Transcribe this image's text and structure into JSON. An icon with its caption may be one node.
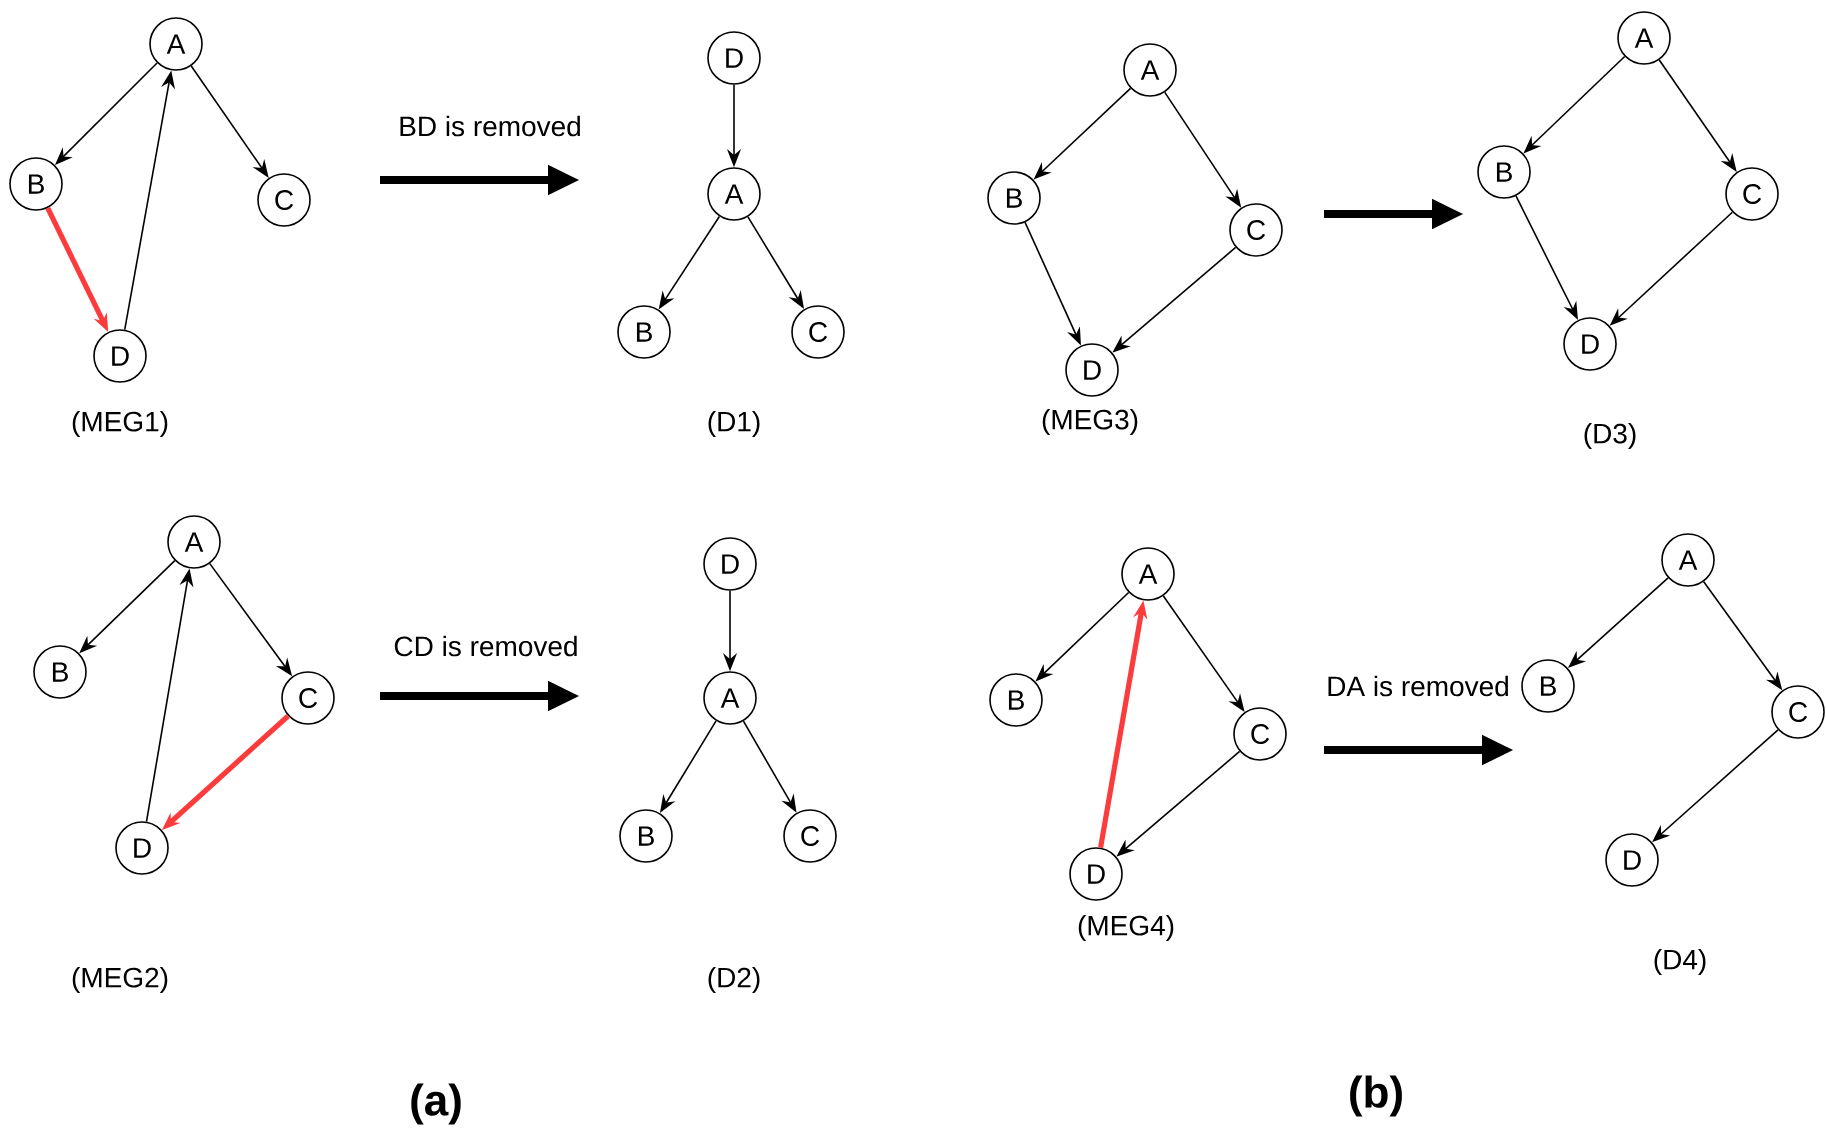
{
  "diagram": {
    "nodes": [
      {
        "text": [
          "A"
        ]
      },
      {
        "text": [
          "B"
        ]
      },
      {
        "text": [
          "C"
        ]
      },
      {
        "text": [
          "D"
        ]
      },
      {
        "text": [
          "D"
        ]
      },
      {
        "text": [
          "A"
        ]
      },
      {
        "text": [
          "B"
        ]
      },
      {
        "text": [
          "C"
        ]
      },
      {
        "text": [
          "A"
        ]
      },
      {
        "text": [
          "B"
        ]
      },
      {
        "text": [
          "C"
        ]
      },
      {
        "text": [
          "D"
        ]
      },
      {
        "text": [
          "A"
        ]
      },
      {
        "text": [
          "B"
        ]
      },
      {
        "text": [
          "C"
        ]
      },
      {
        "text": [
          "D"
        ]
      },
      {
        "text": [
          "A"
        ]
      },
      {
        "text": [
          "B"
        ]
      },
      {
        "text": [
          "C"
        ]
      },
      {
        "text": [
          "D"
        ]
      },
      {
        "text": [
          "D"
        ]
      },
      {
        "text": [
          "A"
        ]
      },
      {
        "text": [
          "B"
        ]
      },
      {
        "text": [
          "C"
        ]
      },
      {
        "text": [
          "A"
        ]
      },
      {
        "text": [
          "B"
        ]
      },
      {
        "text": [
          "C"
        ]
      },
      {
        "text": [
          "D"
        ]
      },
      {
        "text": [
          "A"
        ]
      },
      {
        "text": [
          "B"
        ]
      },
      {
        "text": [
          "C"
        ]
      },
      {
        "text": [
          "D"
        ]
      }
    ],
    "edges": [
      {
        "from": 0,
        "to": 1,
        "arrow": "to"
      },
      {
        "from": 0,
        "to": 2,
        "arrow": "to"
      },
      {
        "from": 3,
        "to": 0,
        "arrow": "to"
      },
      {
        "from": 1,
        "to": 3,
        "arrow": "to",
        "style": "thick",
        "color": "#fc3c3c"
      },
      {
        "from": 4,
        "to": 5,
        "arrow": "to"
      },
      {
        "from": 5,
        "to": 6,
        "arrow": "to"
      },
      {
        "from": 5,
        "to": 7,
        "arrow": "to"
      },
      {
        "from": 8,
        "to": 9,
        "arrow": "to"
      },
      {
        "from": 8,
        "to": 10,
        "arrow": "to"
      },
      {
        "from": 9,
        "to": 11,
        "arrow": "to"
      },
      {
        "from": 10,
        "to": 11,
        "arrow": "to"
      },
      {
        "from": 12,
        "to": 13,
        "arrow": "to"
      },
      {
        "from": 12,
        "to": 14,
        "arrow": "to"
      },
      {
        "from": 13,
        "to": 15,
        "arrow": "to"
      },
      {
        "from": 14,
        "to": 15,
        "arrow": "to"
      },
      {
        "from": 16,
        "to": 17,
        "arrow": "to"
      },
      {
        "from": 16,
        "to": 18,
        "arrow": "to"
      },
      {
        "from": 19,
        "to": 16,
        "arrow": "to"
      },
      {
        "from": 18,
        "to": 19,
        "arrow": "to",
        "style": "thick",
        "color": "#fc3c3c"
      },
      {
        "from": 20,
        "to": 21,
        "arrow": "to"
      },
      {
        "from": 21,
        "to": 22,
        "arrow": "to"
      },
      {
        "from": 21,
        "to": 23,
        "arrow": "to"
      },
      {
        "from": 24,
        "to": 25,
        "arrow": "to"
      },
      {
        "from": 24,
        "to": 26,
        "arrow": "to"
      },
      {
        "from": 26,
        "to": 27,
        "arrow": "to"
      },
      {
        "from": 27,
        "to": 24,
        "arrow": "to",
        "style": "thick",
        "color": "#fc3c3c"
      },
      {
        "from": 28,
        "to": 29,
        "arrow": "to"
      },
      {
        "from": 28,
        "to": 30,
        "arrow": "to"
      },
      {
        "from": 30,
        "to": 31,
        "arrow": "to"
      }
    ],
    "labels": [
      "BD is removed",
      "(MEG1)",
      "(D1)",
      "(MEG3)",
      "(D3)",
      "CD is removed",
      "DA is removed",
      "(MEG2)",
      "(D2)",
      "(MEG4)",
      "(D4)",
      "(a)",
      "(b)"
    ]
  }
}
